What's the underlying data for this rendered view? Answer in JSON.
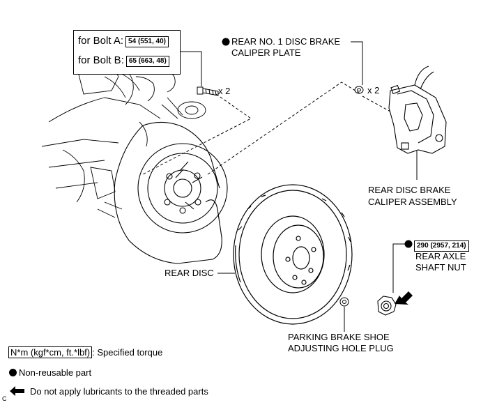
{
  "bolt_box": {
    "bolt_a_label": "for Bolt A:",
    "bolt_a_torque": "54 (551, 40)",
    "bolt_b_label": "for Bolt B:",
    "bolt_b_torque": "65 (663, 48)"
  },
  "callouts": {
    "bolt_qty": "x 2",
    "plate_qty": "x 2",
    "plate_line1": "REAR NO. 1 DISC BRAKE",
    "plate_line2": "CALIPER PLATE",
    "caliper_line1": "REAR DISC BRAKE",
    "caliper_line2": "CALIPER ASSEMBLY",
    "nut_torque": "290 (2957, 214)",
    "nut_line1": "REAR AXLE",
    "nut_line2": "SHAFT NUT",
    "disc": "REAR DISC",
    "plug_line1": "PARKING BRAKE SHOE",
    "plug_line2": "ADJUSTING HOLE PLUG"
  },
  "legend": {
    "torque_unit": "N*m (kgf*cm, ft.*lbf)",
    "torque_desc": ": Specified torque",
    "non_reusable": "Non-reusable part",
    "no_lubricant": "Do not apply lubricants to the threaded parts",
    "corner_code": "C"
  }
}
